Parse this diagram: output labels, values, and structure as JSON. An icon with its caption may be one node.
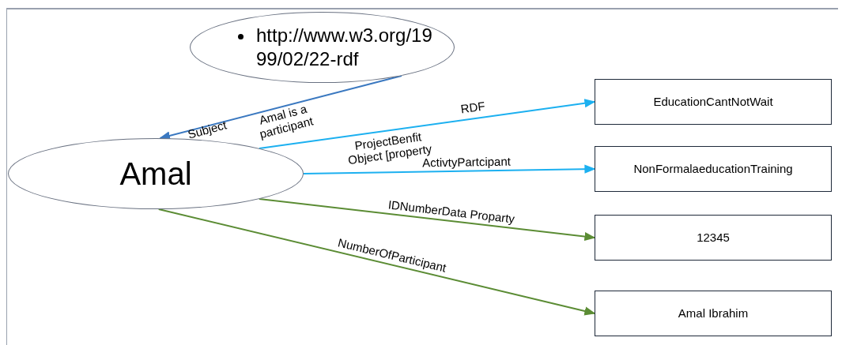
{
  "diagram": {
    "nodes": [
      {
        "text": [
          "http://www.w3.org/1999/02/22-rdf"
        ]
      },
      {
        "text": [
          "Amal"
        ]
      },
      {
        "text": [
          "EducationCantNotWait"
        ]
      },
      {
        "text": [
          "NonFormalaeducationTraining"
        ]
      },
      {
        "text": [
          "12345"
        ]
      },
      {
        "text": [
          "Amal Ibrahim"
        ]
      }
    ],
    "edges": [
      {
        "from": 0,
        "to": 1,
        "arrow": "to",
        "label": "Amal is a participant",
        "color": "#3a78c0"
      },
      {
        "from": 1,
        "to": 2,
        "arrow": "to",
        "label": "ProjectBenfit Object [property",
        "color": "#1cb0f0"
      },
      {
        "from": 1,
        "to": 3,
        "arrow": "to",
        "label": "ActivtyPartcipant",
        "color": "#1cb0f0"
      },
      {
        "from": 1,
        "to": 4,
        "arrow": "to",
        "label": "IDNumberData Proparty",
        "color": "#5b8c34"
      },
      {
        "from": 1,
        "to": 5,
        "arrow": "to",
        "label": "NumberOfParticipant",
        "color": "#5b8c34"
      }
    ],
    "labels": [
      "Subject",
      "RDF"
    ]
  }
}
